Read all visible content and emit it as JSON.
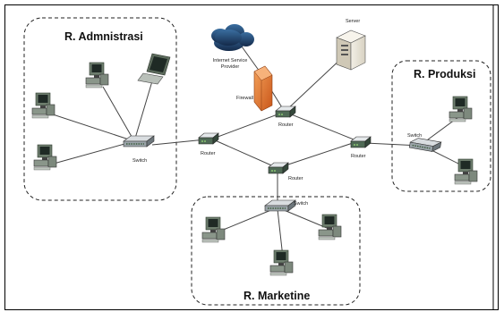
{
  "rooms": {
    "admin": "R. Admnistrasi",
    "produksi": "R. Produksi",
    "marketing": "R. Marketine"
  },
  "labels": {
    "isp": [
      "Internet Service",
      "Provider"
    ],
    "firewall": "Firewall",
    "server": "Server",
    "router_top": "Router",
    "router_left": "Router",
    "router_mid": "Router",
    "router_right": "Router",
    "switch_admin": "Switch",
    "switch_produksi": "Switch",
    "switch_marketing": "Switch"
  },
  "colors": {
    "cloud": "#1e3d66",
    "firewall": "#e07a2a",
    "device": "#5a6a5a",
    "border": "#000000"
  }
}
